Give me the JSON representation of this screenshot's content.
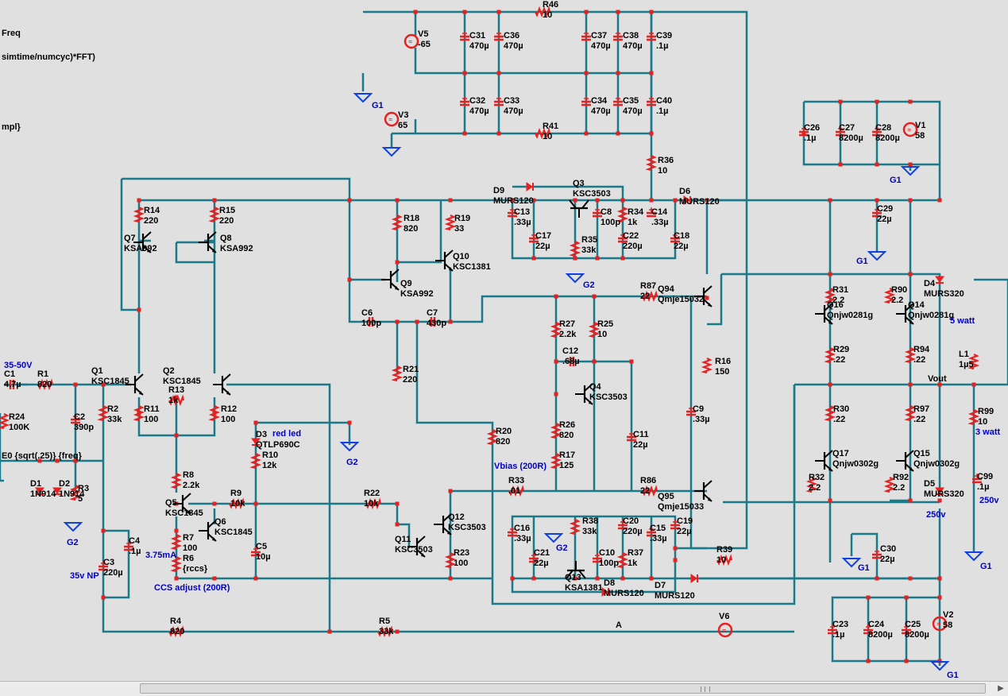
{
  "colors": {
    "wire": "#1a7a8a",
    "part": "#e82020",
    "text": "#000000",
    "note": "#0000c8",
    "ground": "#1040e0",
    "bg": "#e0e0e0"
  },
  "left_text": [
    "Freq",
    "simtime/numcyc)*FFT)",
    "mpl}",
    "E0 {sqrt(.25)} {freq}"
  ],
  "notes": {
    "in_range": "35-50V",
    "red_led": "red led",
    "i_ccs": "3.75mA",
    "ccs_adjust": "CCS adjust (200R)",
    "vbias": "Vbias (200R)",
    "np": "35v NP",
    "swatt_top": "5 watt",
    "swatt_bottom": "3 watt",
    "v250_right": "250v",
    "v250_mid": "250v"
  },
  "wire_labels": {
    "vout": "Vout",
    "node_a": "A",
    "g1": "G1",
    "g2": "G2"
  },
  "components": [
    {
      "id": "R46",
      "value": "10"
    },
    {
      "id": "V5",
      "value": "-65"
    },
    {
      "id": "C31",
      "value": "470µ"
    },
    {
      "id": "C36",
      "value": "470µ"
    },
    {
      "id": "C37",
      "value": "470µ"
    },
    {
      "id": "C38",
      "value": "470µ"
    },
    {
      "id": "C39",
      "value": ".1µ"
    },
    {
      "id": "C32",
      "value": "470µ"
    },
    {
      "id": "C33",
      "value": "470µ"
    },
    {
      "id": "C34",
      "value": "470µ"
    },
    {
      "id": "C35",
      "value": "470µ"
    },
    {
      "id": "C40",
      "value": ".1µ"
    },
    {
      "id": "V3",
      "value": "65"
    },
    {
      "id": "R41",
      "value": "10"
    },
    {
      "id": "R36",
      "value": "10"
    },
    {
      "id": "C26",
      "value": ".1µ"
    },
    {
      "id": "C27",
      "value": "8200µ"
    },
    {
      "id": "C28",
      "value": "8200µ"
    },
    {
      "id": "V1",
      "value": "58"
    },
    {
      "id": "D9",
      "value": "MURS120"
    },
    {
      "id": "Q3",
      "value": "KSC3503"
    },
    {
      "id": "C13",
      "value": ".33µ"
    },
    {
      "id": "C17",
      "value": "22µ"
    },
    {
      "id": "C8",
      "value": "100p"
    },
    {
      "id": "R34",
      "value": "1k"
    },
    {
      "id": "C14",
      "value": ".33µ"
    },
    {
      "id": "R35",
      "value": "33k"
    },
    {
      "id": "C22",
      "value": "220µ"
    },
    {
      "id": "C18",
      "value": "22µ"
    },
    {
      "id": "D6",
      "value": "MURS120"
    },
    {
      "id": "C29",
      "value": "22µ"
    },
    {
      "id": "R14",
      "value": "220"
    },
    {
      "id": "R15",
      "value": "220"
    },
    {
      "id": "Q7",
      "value": "KSA992"
    },
    {
      "id": "Q8",
      "value": "KSA992"
    },
    {
      "id": "R18",
      "value": "820"
    },
    {
      "id": "R19",
      "value": "33"
    },
    {
      "id": "Q10",
      "value": "KSC1381"
    },
    {
      "id": "Q9",
      "value": "KSA992"
    },
    {
      "id": "C6",
      "value": "100p"
    },
    {
      "id": "C7",
      "value": "430p"
    },
    {
      "id": "R27",
      "value": "2.2k"
    },
    {
      "id": "R25",
      "value": "10"
    },
    {
      "id": "C12",
      "value": ".68µ"
    },
    {
      "id": "Q4",
      "value": "KSC3503"
    },
    {
      "id": "R87",
      "value": "22"
    },
    {
      "id": "Q94",
      "value": "Qmje15032"
    },
    {
      "id": "R16",
      "value": "150"
    },
    {
      "id": "C9",
      "value": ".33µ"
    },
    {
      "id": "R31",
      "value": "2.2"
    },
    {
      "id": "R90",
      "value": "2.2"
    },
    {
      "id": "Q16",
      "value": "Qnjw0281g"
    },
    {
      "id": "Q14",
      "value": "Qnjw0281g"
    },
    {
      "id": "D4",
      "value": "MURS320"
    },
    {
      "id": "R29",
      "value": ".22"
    },
    {
      "id": "R94",
      "value": ".22"
    },
    {
      "id": "L1",
      "value": "1µ5"
    },
    {
      "id": "R30",
      "value": ".22"
    },
    {
      "id": "R97",
      "value": ".22"
    },
    {
      "id": "R99",
      "value": "10"
    },
    {
      "id": "C1",
      "value": "4.7µ"
    },
    {
      "id": "R1",
      "value": "820"
    },
    {
      "id": "Q1",
      "value": "KSC1845"
    },
    {
      "id": "Q2",
      "value": "KSC1845"
    },
    {
      "id": "R13",
      "value": "1k"
    },
    {
      "id": "R11",
      "value": "100"
    },
    {
      "id": "R12",
      "value": "100"
    },
    {
      "id": "R24",
      "value": "100K"
    },
    {
      "id": "C2",
      "value": "390p"
    },
    {
      "id": "R2",
      "value": "33k"
    },
    {
      "id": "R21",
      "value": "220"
    },
    {
      "id": "D3",
      "value": "QTLP690C"
    },
    {
      "id": "R10",
      "value": "12k"
    },
    {
      "id": "R20",
      "value": "820"
    },
    {
      "id": "R26",
      "value": "820"
    },
    {
      "id": "R17",
      "value": "125"
    },
    {
      "id": "C11",
      "value": "22µ"
    },
    {
      "id": "D1",
      "value": "1N914"
    },
    {
      "id": "D2",
      "value": "1N914"
    },
    {
      "id": "R3",
      "value": "5"
    },
    {
      "id": "Q17",
      "value": "Qnjw0302g"
    },
    {
      "id": "Q15",
      "value": "Qnjw0302g"
    },
    {
      "id": "R32",
      "value": "2.2"
    },
    {
      "id": "R92",
      "value": "2.2"
    },
    {
      "id": "D5",
      "value": "MURS320"
    },
    {
      "id": "C99",
      "value": ".1µ"
    },
    {
      "id": "R8",
      "value": "2.2k"
    },
    {
      "id": "Q5",
      "value": "KSC1845"
    },
    {
      "id": "R9",
      "value": "10k"
    },
    {
      "id": "R22",
      "value": "10k"
    },
    {
      "id": "R33",
      "value": ".01"
    },
    {
      "id": "R86",
      "value": "22"
    },
    {
      "id": "Q95",
      "value": "Qmje15033"
    },
    {
      "id": "Q6",
      "value": "KSC1845"
    },
    {
      "id": "Q12",
      "value": "KSC3503"
    },
    {
      "id": "Q11",
      "value": "KSC3503"
    },
    {
      "id": "C16",
      "value": ".33µ"
    },
    {
      "id": "R38",
      "value": "33k"
    },
    {
      "id": "C20",
      "value": "220µ"
    },
    {
      "id": "C15",
      "value": ".33µ"
    },
    {
      "id": "C19",
      "value": "22µ"
    },
    {
      "id": "R7",
      "value": "100"
    },
    {
      "id": "C5",
      "value": "10µ"
    },
    {
      "id": "C4",
      "value": ".1µ"
    },
    {
      "id": "C3",
      "value": "220µ"
    },
    {
      "id": "R6",
      "value": "{rccs}"
    },
    {
      "id": "C21",
      "value": "22µ"
    },
    {
      "id": "C10",
      "value": "100p"
    },
    {
      "id": "R37",
      "value": "1k"
    },
    {
      "id": "R23",
      "value": "100"
    },
    {
      "id": "R39",
      "value": "10"
    },
    {
      "id": "C30",
      "value": "22µ"
    },
    {
      "id": "Q13",
      "value": "KSA1381"
    },
    {
      "id": "D8",
      "value": "MURS120"
    },
    {
      "id": "D7",
      "value": "MURS120"
    },
    {
      "id": "R4",
      "value": "820"
    },
    {
      "id": "R5",
      "value": "33k"
    },
    {
      "id": "V6",
      "value": ""
    },
    {
      "id": "C23",
      "value": ".1µ"
    },
    {
      "id": "C24",
      "value": "8200µ"
    },
    {
      "id": "C25",
      "value": "8200µ"
    },
    {
      "id": "V2",
      "value": "58"
    }
  ]
}
